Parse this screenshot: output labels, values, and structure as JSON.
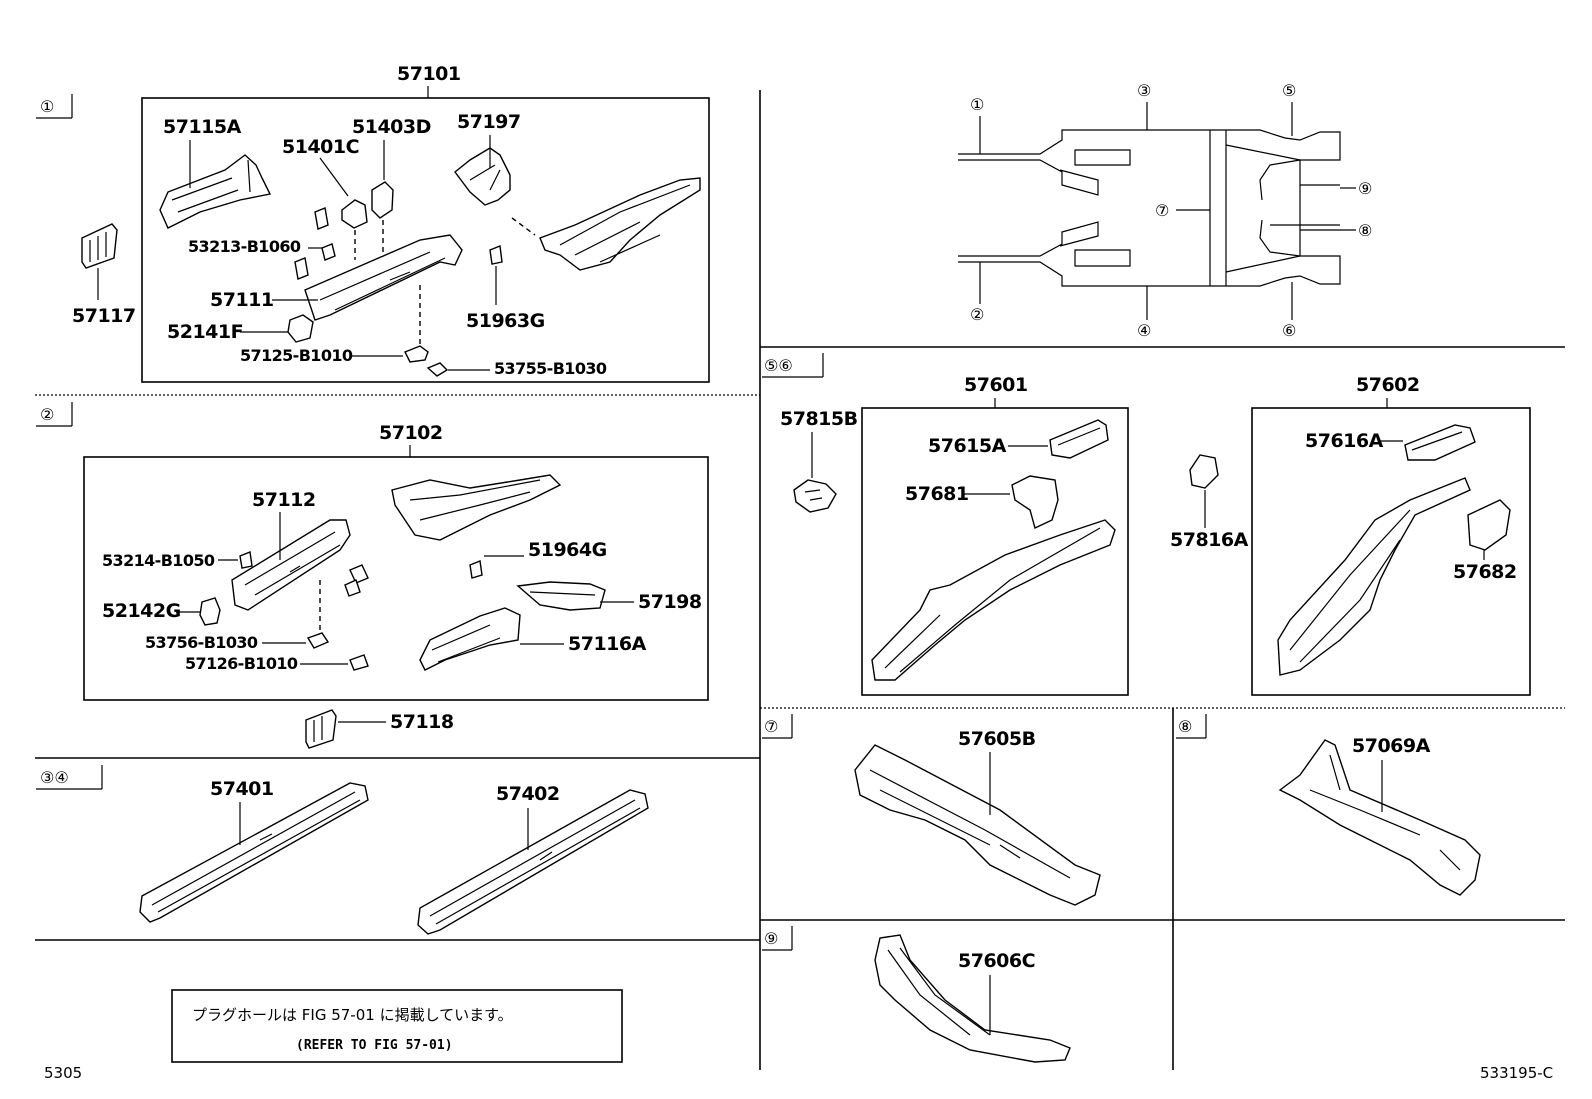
{
  "sections": {
    "s1": "①",
    "s2": "②",
    "s34": "③④",
    "s56": "⑤⑥",
    "s7": "⑦",
    "s8": "⑧",
    "s9": "⑨"
  },
  "overview": {
    "n1": "①",
    "n2": "②",
    "n3": "③",
    "n4": "④",
    "n5": "⑤",
    "n6": "⑥",
    "n7": "⑦",
    "n8": "⑧",
    "n9": "⑨"
  },
  "parts": {
    "p57101": "57101",
    "p57115A": "57115A",
    "p51401C": "51401C",
    "p51403D": "51403D",
    "p57197": "57197",
    "p53213": "53213-B1060",
    "p57111": "57111",
    "p52141F": "52141F",
    "p57125": "57125-B1010",
    "p53755": "53755-B1030",
    "p51963G": "51963G",
    "p57117": "57117",
    "p57102": "57102",
    "p57112": "57112",
    "p53214": "53214-B1050",
    "p52142G": "52142G",
    "p53756": "53756-B1030",
    "p57126": "57126-B1010",
    "p51964G": "51964G",
    "p57198": "57198",
    "p57116A": "57116A",
    "p57118": "57118",
    "p57401": "57401",
    "p57402": "57402",
    "p57601": "57601",
    "p57602": "57602",
    "p57815B": "57815B",
    "p57615A": "57615A",
    "p57681": "57681",
    "p57816A": "57816A",
    "p57616A": "57616A",
    "p57682": "57682",
    "p57605B": "57605B",
    "p57069A": "57069A",
    "p57606C": "57606C"
  },
  "note": {
    "line1": "プラグホールは FIG 57-01 に掲載しています。",
    "line2": "(REFER TO FIG 57-01)"
  },
  "footer": {
    "left": "5305",
    "right": "533195-C"
  }
}
